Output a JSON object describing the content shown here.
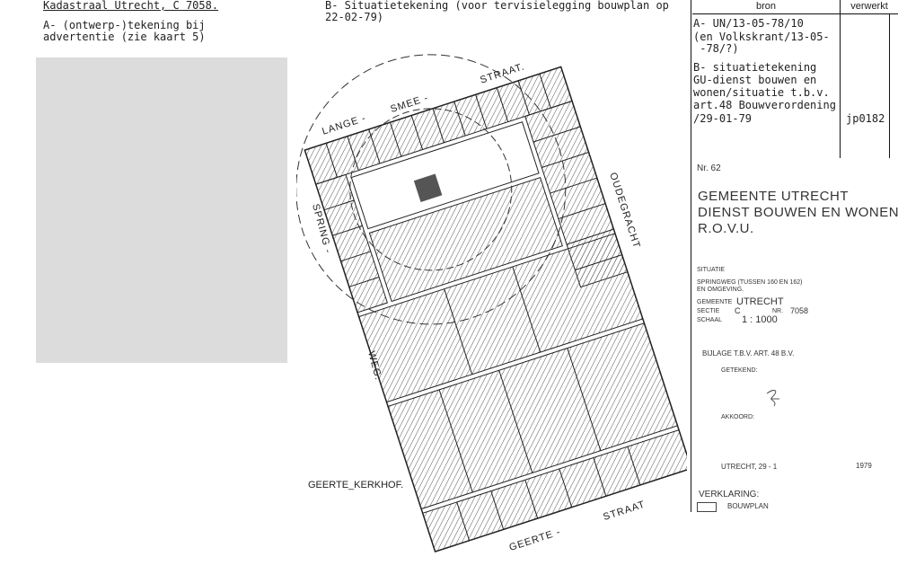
{
  "left": {
    "header": "Kadastraal Utrecht, C 7058.",
    "desc_a_line1": "A- (ontwerp-)tekening bij",
    "desc_a_line2": "advertentie (zie kaart 5)"
  },
  "center": {
    "desc_b_line1": "B- Situatietekening (voor tervisielegging bouwplan op",
    "desc_b_line2": "22-02-79)"
  },
  "table": {
    "col_bron": "bron",
    "col_verwerkt": "verwerkt",
    "rows": [
      "A- UN/13-05-78/10",
      "(en Volkskrant/13-05-",
      " -78/?)",
      "B- situatietekening",
      "GU-dienst bouwen en",
      "wonen/situatie t.b.v.",
      "art.48 Bouwverordening",
      "/29-01-79"
    ],
    "code": "jp0182"
  },
  "stamp": {
    "nr": "Nr. 62",
    "org1": "GEMEENTE UTRECHT",
    "org2": "DIENST BOUWEN EN WONEN",
    "org3": "R.O.V.U.",
    "situatie": "SITUATIE",
    "line_a": "SPRINGWEG (TUSSEN 160 EN 162)",
    "line_b": "EN OMGEVING.",
    "gemeente_label": "GEMEENTE",
    "gemeente_val": "UTRECHT",
    "sectie_label": "SECTIE",
    "sectie_val": "C",
    "nr_label": "NR.",
    "nr_val": "7058",
    "schaal_label": "SCHAAL",
    "schaal_val": "1 : 1000",
    "bijlage": "BIJLAGE T.B.V. ART. 48 B.V.",
    "getekend": "GETEKEND:",
    "akkoord": "AKKOORD:",
    "datum_label": "UTRECHT, 29 - 1",
    "datum_jaar": "1979",
    "verklaring": "VERKLARING:",
    "bouwplan": "BOUWPLAN"
  },
  "map": {
    "st_lange": "LANGE -",
    "st_smee": "SMEE -",
    "st_straat1": "STRAAT.",
    "st_spring": "SPRING -",
    "st_weg": "WEG.",
    "st_oudegracht": "OUDEGRACHT",
    "st_geertekerkhof": "GEERTE_KERKHOF.",
    "st_geerte": "GEERTE -",
    "st_straat2": "STRAAT"
  }
}
